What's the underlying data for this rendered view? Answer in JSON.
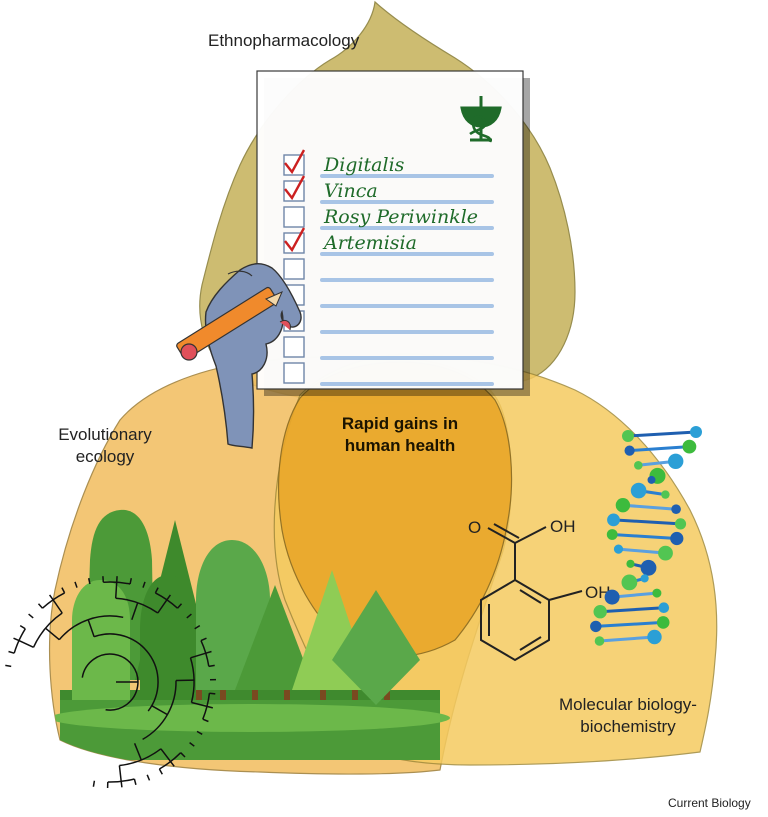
{
  "labels": {
    "ethnopharmacology": "Ethnopharmacology",
    "evolutionary_ecology": "Evolutionary ecology",
    "molecular_biology": "Molecular biology-biochemistry",
    "center": "Rapid gains in human health",
    "credit": "Current Biology"
  },
  "checklist": {
    "items": [
      "Digitalis",
      "Vinca",
      "Rosy Periwinkle",
      "Artemisia"
    ],
    "checked": [
      true,
      true,
      false,
      true
    ]
  },
  "molecule": {
    "carbonyl_o": "O",
    "acid_oh": "OH",
    "phenol_oh": "OH"
  },
  "colors": {
    "top_leaf": "#c9b766",
    "left_leaf": "#f2bf62",
    "right_leaf": "#f5cb60",
    "center": "#e9a72a",
    "ink_green": "#1f6b2a",
    "check_red": "#cc2020",
    "line_blue": "#a8c4e6",
    "glove": "#7f93b8"
  }
}
